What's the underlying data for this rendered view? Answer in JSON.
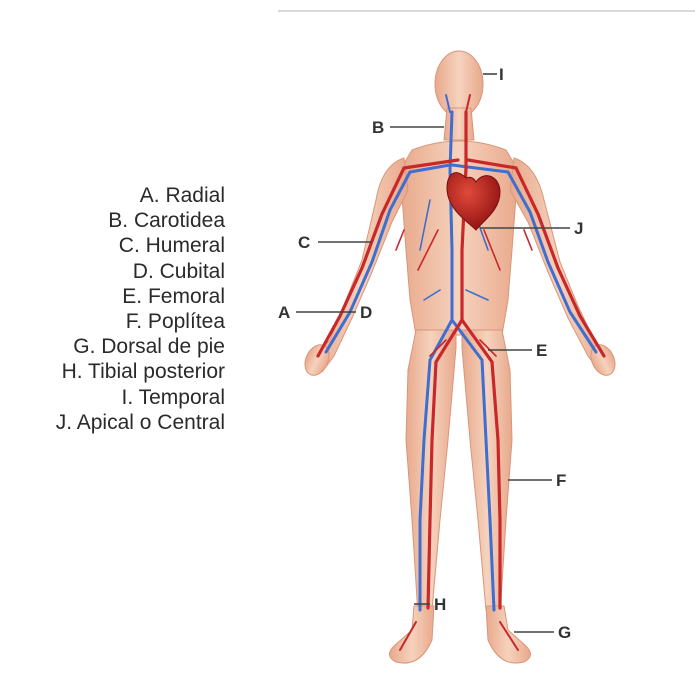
{
  "legend": [
    "A. Radial",
    "B. Carotidea",
    "C. Humeral",
    "D. Cubital",
    "E. Femoral",
    "F. Poplítea",
    "G. Dorsal de pie",
    "H. Tibial posterior",
    "I. Temporal",
    "J. Apical o Central"
  ],
  "labels": {
    "A": "A",
    "B": "B",
    "C": "C",
    "D": "D",
    "E": "E",
    "F": "F",
    "G": "G",
    "H": "H",
    "I": "I",
    "J": "J"
  },
  "colors": {
    "skin": "#f2c4a8",
    "skin_shade": "#e2a487",
    "artery": "#c8282a",
    "vein": "#3e6ed0",
    "heart": "#b51c1c"
  }
}
